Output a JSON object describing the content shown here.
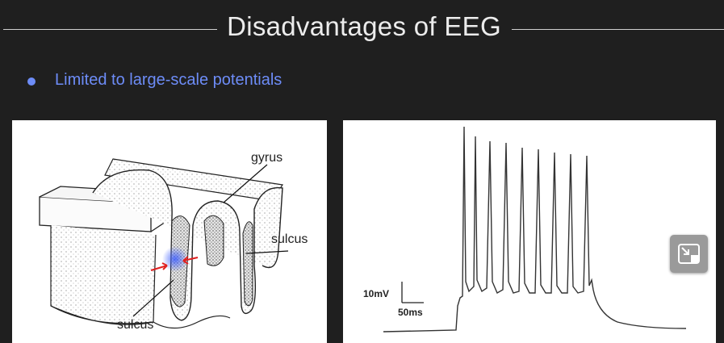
{
  "slide": {
    "title": "Disadvantages of EEG",
    "bullets": [
      "Limited to large-scale potentials"
    ]
  },
  "figure_cortex": {
    "labels": {
      "gyrus": "gyrus",
      "sulcus_right": "sulcus",
      "sulcus_bottom": "sulcus"
    }
  },
  "figure_trace": {
    "scale_voltage": "10mV",
    "scale_time": "50ms"
  },
  "controls": {
    "pip_icon": "exit-picture-in-picture-icon"
  },
  "colors": {
    "background": "#1f1f1f",
    "title": "#ececec",
    "bullet": "#6d8cf7",
    "arrow": "#e02020"
  }
}
